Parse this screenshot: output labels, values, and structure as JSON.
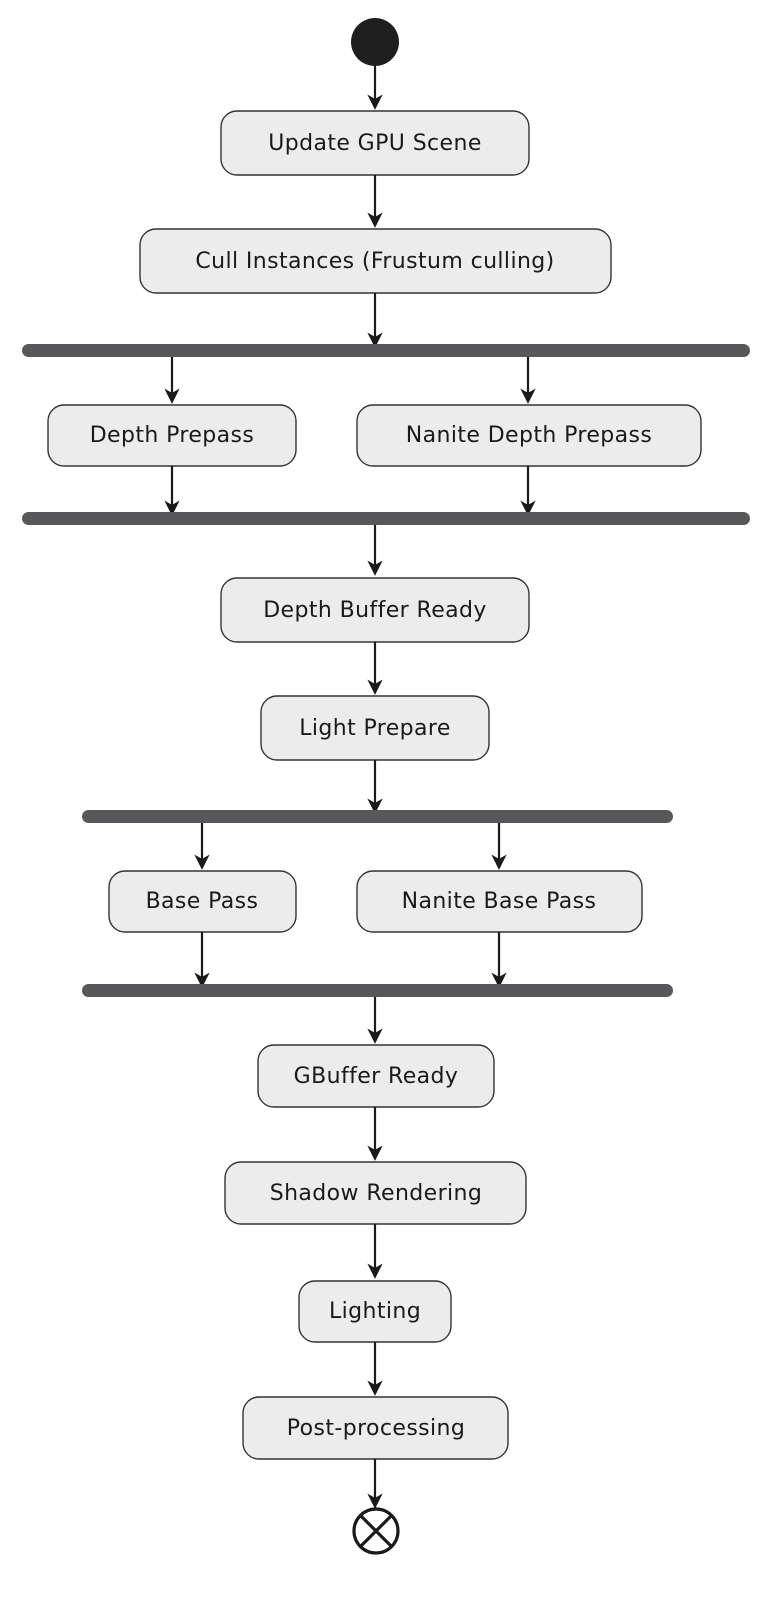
{
  "diagram": {
    "type": "activity-flowchart",
    "title": "",
    "background_color": "#ffffff",
    "node_fill_color": "#ececec",
    "node_stroke_color": "#333333",
    "bar_color": "#58585a",
    "edge_color": "#1a1a1a",
    "start_node": {
      "name": "start",
      "shape": "filled-circle",
      "color": "#1f1f1f"
    },
    "end_node": {
      "name": "end",
      "shape": "circle-with-cross",
      "color": "#1a1a1a"
    },
    "nodes": [
      {
        "id": "update_gpu_scene",
        "label": "Update GPU Scene",
        "shape": "rounded-rect"
      },
      {
        "id": "cull_instances",
        "label": "Cull Instances (Frustum culling)",
        "shape": "rounded-rect"
      },
      {
        "id": "depth_prepass",
        "label": "Depth Prepass",
        "shape": "rounded-rect"
      },
      {
        "id": "nanite_depth_prepass",
        "label": "Nanite Depth Prepass",
        "shape": "rounded-rect"
      },
      {
        "id": "depth_buffer_ready",
        "label": "Depth Buffer Ready",
        "shape": "rounded-rect"
      },
      {
        "id": "light_prepare",
        "label": "Light Prepare",
        "shape": "rounded-rect"
      },
      {
        "id": "base_pass",
        "label": "Base Pass",
        "shape": "rounded-rect"
      },
      {
        "id": "nanite_base_pass",
        "label": "Nanite Base Pass",
        "shape": "rounded-rect"
      },
      {
        "id": "gbuffer_ready",
        "label": "GBuffer Ready",
        "shape": "rounded-rect"
      },
      {
        "id": "shadow_rendering",
        "label": "Shadow Rendering",
        "shape": "rounded-rect"
      },
      {
        "id": "lighting",
        "label": "Lighting",
        "shape": "rounded-rect"
      },
      {
        "id": "post_processing",
        "label": "Post-processing",
        "shape": "rounded-rect"
      }
    ],
    "bars": [
      {
        "id": "fork_1",
        "kind": "fork"
      },
      {
        "id": "join_1",
        "kind": "join"
      },
      {
        "id": "fork_2",
        "kind": "fork"
      },
      {
        "id": "join_2",
        "kind": "join"
      }
    ]
  }
}
